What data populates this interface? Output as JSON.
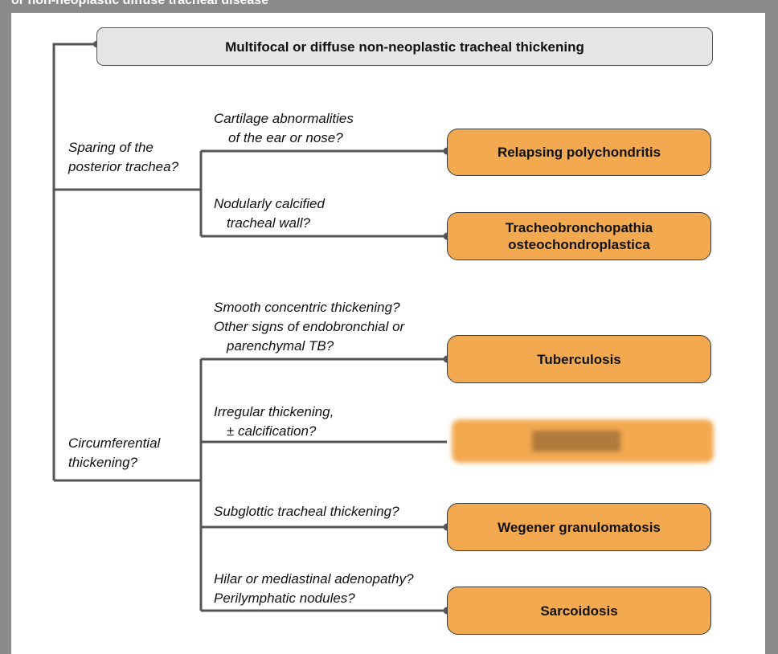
{
  "top_caption": "or non-neoplastic diffuse tracheal disease",
  "header": "Multifocal or diffuse non-neoplastic tracheal thickening",
  "branches": {
    "sparing": [
      "Sparing of the",
      "posterior trachea?"
    ],
    "circumferential": [
      "Circumferential",
      "thickening?"
    ]
  },
  "questions": {
    "cartilage": [
      "Cartilage abnormalities",
      "of the ear or nose?"
    ],
    "nodular": [
      "Nodularly calcified",
      "tracheal wall?"
    ],
    "smooth": [
      "Smooth concentric thickening?",
      "Other signs of endobronchial or",
      "parenchymal TB?"
    ],
    "irregular": [
      "Irregular thickening,",
      "± calcification?"
    ],
    "subglottic": [
      "Subglottic tracheal thickening?"
    ],
    "hilar": [
      "Hilar or mediastinal adenopathy?",
      "Perilymphatic nodules?"
    ]
  },
  "results": {
    "relapsing": [
      "Relapsing polychondritis"
    ],
    "tracheo": [
      "Tracheobronchopathia",
      "osteochondroplastica"
    ],
    "tb": [
      "Tuberculosis"
    ],
    "wegener": [
      "Wegener granulomatosis"
    ],
    "sarcoid": [
      "Sarcoidosis"
    ]
  },
  "colors": {
    "result_fill": "#f2a94f",
    "header_fill": "#e6e6e6",
    "line": "#555555",
    "backdrop": "#8a8a8a"
  }
}
